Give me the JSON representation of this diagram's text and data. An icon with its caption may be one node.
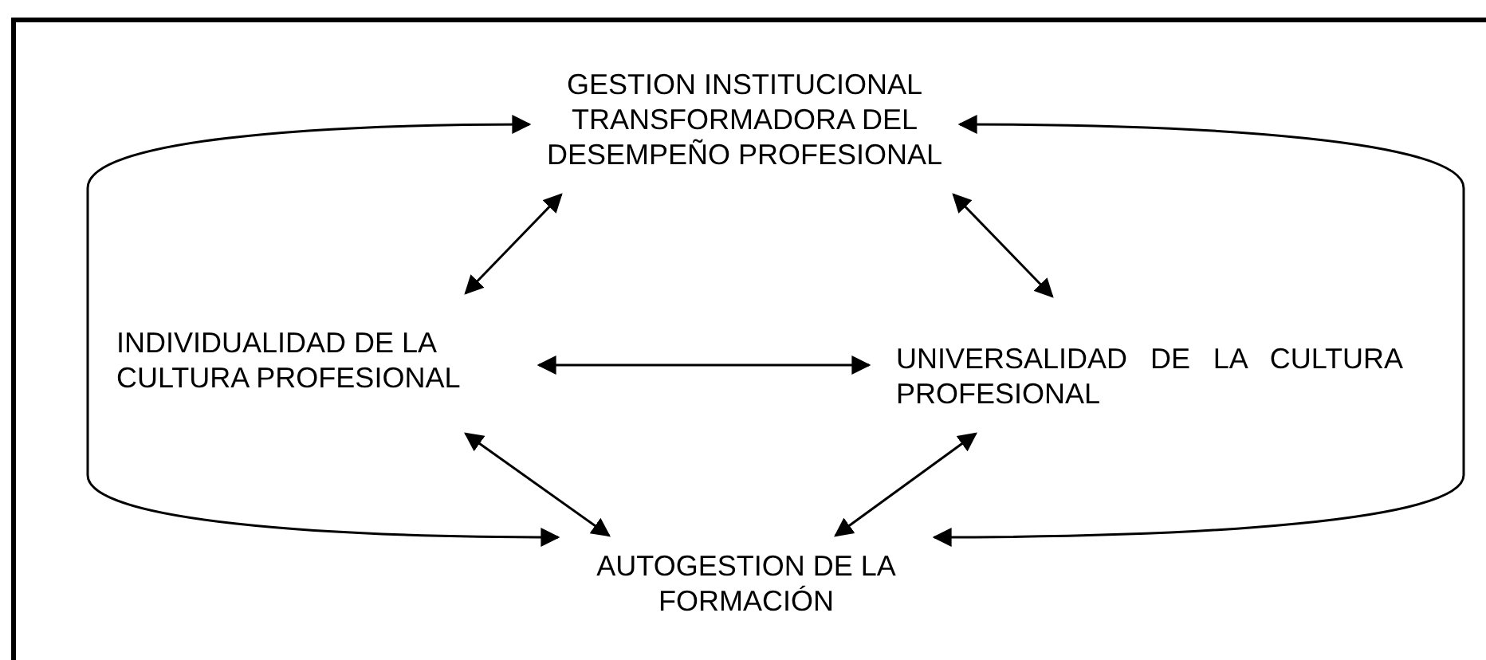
{
  "diagram": {
    "nodes": [
      {
        "text": [
          "GESTION INSTITUCIONAL TRANSFORMADORA DEL DESEMPEÑO PROFESIONAL"
        ]
      },
      {
        "text": [
          "INDIVIDUALIDAD DE LA CULTURA PROFESIONAL"
        ]
      },
      {
        "text": [
          "UNIVERSALIDAD DE LA CULTURA  PROFESIONAL"
        ]
      },
      {
        "text": [
          "AUTOGESTION DE LA FORMACIÓN"
        ]
      }
    ],
    "edges": [
      {
        "from": 0,
        "to": 3,
        "arrow": "both"
      },
      {
        "from": 0,
        "to": 1,
        "arrow": "both"
      },
      {
        "from": 0,
        "to": 2,
        "arrow": "both"
      },
      {
        "from": 1,
        "to": 2,
        "arrow": "both"
      },
      {
        "from": 1,
        "to": 3,
        "arrow": "both"
      },
      {
        "from": 2,
        "to": 3,
        "arrow": "both"
      },
      {
        "from": 0,
        "to": 3,
        "arrow": "both"
      }
    ]
  }
}
